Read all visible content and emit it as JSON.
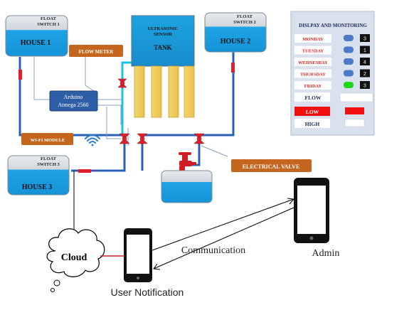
{
  "houses": {
    "house1": {
      "float": "FLOAT\nSWITCH 1",
      "label": "HOUSE 1"
    },
    "house2": {
      "float": "FLOAT\nSWITCH 2",
      "label": "HOUSE 2"
    },
    "house3": {
      "float": "FLOAT\nSWITCH 3",
      "label": "HOUSE 3"
    }
  },
  "tank": {
    "title": "ULTRASONIC\nSENSOR",
    "label": "TANK"
  },
  "flow_meter": "FLOW METER",
  "arduino": {
    "line1": "Arduino",
    "line2": "Atmega 2560"
  },
  "wifi_module": "WI-FI MODULE",
  "electrical_valve": "ELECTRICAL VALVE",
  "panel": {
    "title": "DISLPAY AND MONITORING",
    "days": [
      {
        "name": "MONDAY",
        "value": "3",
        "led": "#4a7ac8"
      },
      {
        "name": "TUESDAY",
        "value": "1",
        "led": "#4a7ac8"
      },
      {
        "name": "WEDNESDAY",
        "value": "4",
        "led": "#4a7ac8"
      },
      {
        "name": "THURSDAY",
        "value": "2",
        "led": "#4a7ac8"
      },
      {
        "name": "FRIDAY",
        "value": "3",
        "led": "#22d61c"
      }
    ],
    "flow": "FLOW",
    "low": "LOW",
    "high": "HIGH"
  },
  "cloud": "Cloud",
  "user_notification": "User Notification",
  "communication": "Communication",
  "admin": "Admin",
  "colors": {
    "house_blue": "#1ea3e6",
    "tank_blue": "#19a3dc",
    "pipe_blue": "#2a5fb4",
    "orange": "#c5661f",
    "valve_red": "#e0202c",
    "arduino_blue": "#2d5ea6",
    "panel_bg": "#d9e0ee",
    "low_red": "#f01010"
  }
}
